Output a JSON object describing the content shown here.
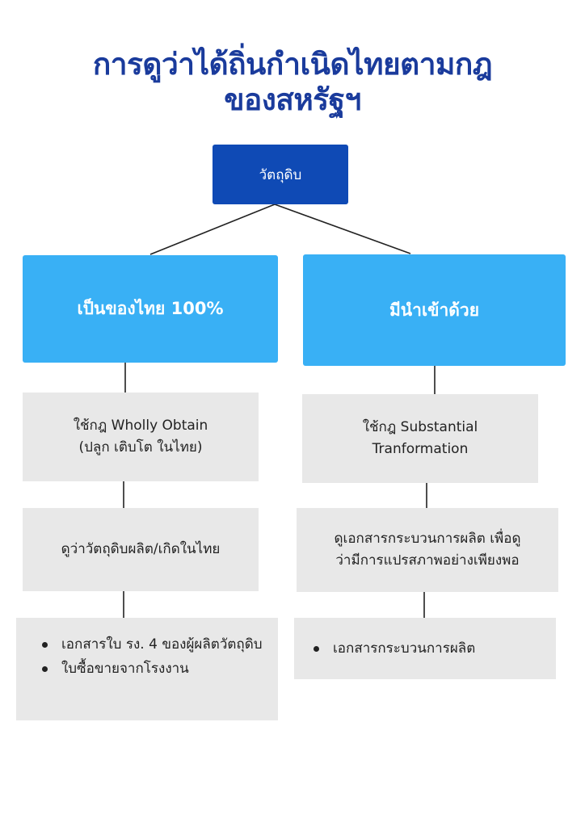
{
  "title": {
    "line1": "การดูว่าได้ถิ่นกำเนิดไทยตามกฎ",
    "line2": "ของสหรัฐฯ"
  },
  "root": {
    "label": "วัตถุดิบ"
  },
  "branches": {
    "left": {
      "label": "เป็นของไทย 100%",
      "rule_line1": "ใช้กฎ Wholly Obtain",
      "rule_line2": "(ปลูก เติบโต ในไทย)",
      "check": "ดูว่าวัตถุดิบผลิต/เกิดในไทย",
      "documents": [
        "เอกสารใบ รง. 4 ของผู้ผลิตวัตถุดิบ",
        "ใบซื้อขายจากโรงงาน"
      ]
    },
    "right": {
      "label": "มีนำเข้าด้วย",
      "rule_line1": "ใช้กฎ Substantial",
      "rule_line2": "Tranformation",
      "check_line1": "ดูเอกสารกระบวนการผลิต เพื่อดู",
      "check_line2": "ว่ามีการแปรสภาพอย่างเพียงพอ",
      "documents": [
        "เอกสารกระบวนการผลิต"
      ]
    }
  },
  "colors": {
    "title": "#1a3b9c",
    "root": "#0f4ab5",
    "branch": "#39b0f5",
    "card": "#e8e8e8"
  }
}
